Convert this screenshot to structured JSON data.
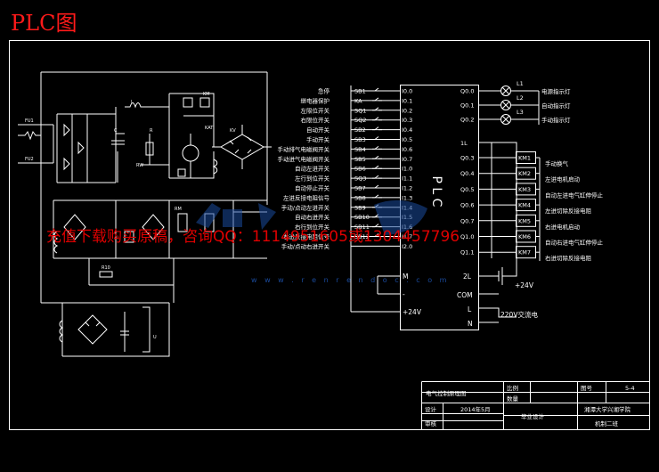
{
  "page_title": "PLC图",
  "watermark": {
    "text": "充值下载购买原稿，咨询QQ：1114951605或1304457796",
    "url": "w w w . r e n r e n d o c . c o m"
  },
  "plc": {
    "block_label": "P L C",
    "inputs": [
      {
        "sb": "SB1",
        "label": "急停",
        "addr": "I0.0"
      },
      {
        "sb": "KA",
        "label": "继电器保护",
        "addr": "I0.1"
      },
      {
        "sb": "SQ1",
        "label": "左限位开关",
        "addr": "I0.2"
      },
      {
        "sb": "SQ2",
        "label": "右限位开关",
        "addr": "I0.3"
      },
      {
        "sb": "SB2",
        "label": "自动开关",
        "addr": "I0.4"
      },
      {
        "sb": "SB3",
        "label": "手动开关",
        "addr": "I0.5"
      },
      {
        "sb": "SB4",
        "label": "手动排气电磁阀开关",
        "addr": "I0.6"
      },
      {
        "sb": "SB5",
        "label": "手动进气电磁阀开关",
        "addr": "I0.7"
      },
      {
        "sb": "SB6",
        "label": "自动左进开关",
        "addr": "I1.0"
      },
      {
        "sb": "SQ3",
        "label": "左行到位开关",
        "addr": "I1.1"
      },
      {
        "sb": "SB7",
        "label": "自动停止开关",
        "addr": "I1.2"
      },
      {
        "sb": "SB8",
        "label": "左进反接电阻信号",
        "addr": "I1.3"
      },
      {
        "sb": "SB9",
        "label": "手动/点动左进开关",
        "addr": "I1.4"
      },
      {
        "sb": "SB10",
        "label": "自动右进开关",
        "addr": "I1.5"
      },
      {
        "sb": "SB11",
        "label": "右行到位开关",
        "addr": "I1.6"
      },
      {
        "sb": "SB12",
        "label": "右进反接电阻信号",
        "addr": "I1.7"
      },
      {
        "sb": "",
        "label": "手动/点动右进开关",
        "addr": "I2.0"
      }
    ],
    "bottom_left_terminals": [
      "M",
      "-",
      "+24V"
    ],
    "bottom_right_terminals": [
      "2L",
      "COM",
      "L",
      "N"
    ],
    "lamps": [
      {
        "addr": "Q0.0",
        "name": "L1",
        "label": "电源指示灯"
      },
      {
        "addr": "Q0.1",
        "name": "L2",
        "label": "自动指示灯"
      },
      {
        "addr": "Q0.2",
        "name": "L3",
        "label": "手动指示灯"
      }
    ],
    "common_1l": "1L",
    "relays": [
      {
        "addr": "Q0.3",
        "km": "KM1",
        "label": "手动换气"
      },
      {
        "addr": "Q0.4",
        "km": "KM2",
        "label": "左进电机启动"
      },
      {
        "addr": "Q0.5",
        "km": "KM3",
        "label": "自动左进电气缸伸停止"
      },
      {
        "addr": "Q0.6",
        "km": "KM4",
        "label": "左进切除反接电阻"
      },
      {
        "addr": "Q0.7",
        "km": "KM5",
        "label": "右进电机启动"
      },
      {
        "addr": "Q1.0",
        "km": "KM6",
        "label": "自动右进电气缸伸停止"
      },
      {
        "addr": "Q1.1",
        "km": "KM7",
        "label": "右进切除反接电阻"
      }
    ],
    "supply_24v": "+24V",
    "supply_220v": "220V交流电"
  },
  "left_circuit_labels": {
    "fu1": "FU1",
    "fu2": "FU2",
    "l": "L",
    "rw": "RW",
    "km": "KM",
    "kat": "KAT",
    "kv": "KV",
    "r": "R",
    "rm": "RM",
    "c": "C",
    "r10": "R10",
    "u": "U"
  },
  "title_block": {
    "drawing_name": "电气控制原理图",
    "scale_label": "比例",
    "drawing_no_label": "图号",
    "drawing_no": "5-4",
    "qty_label": "数量",
    "designer_label": "设计",
    "date": "2014年5月",
    "project": "毕业设计",
    "reviewer_label": "审核",
    "school": "湘潭大学兴湘学院",
    "class": "机制二班"
  }
}
